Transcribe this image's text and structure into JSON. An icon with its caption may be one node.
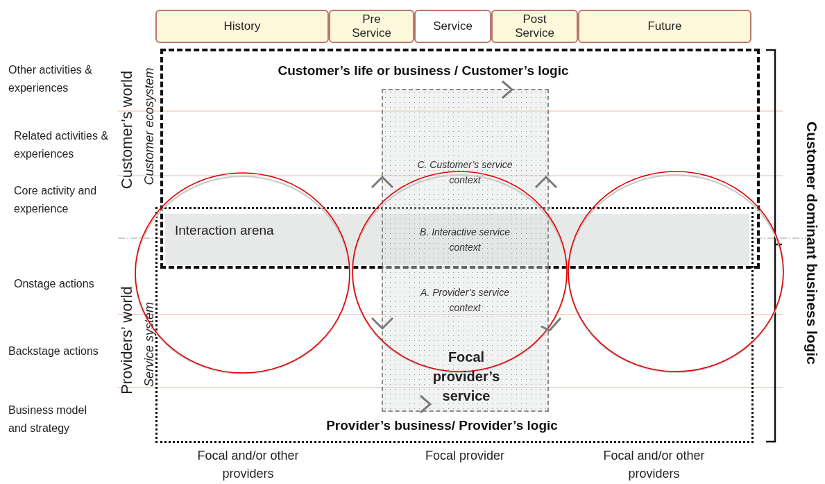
{
  "diagram": {
    "nodes": [
      {
        "text": [
          "History"
        ]
      },
      {
        "text": [
          "Pre Service"
        ]
      },
      {
        "text": [
          "Service"
        ]
      },
      {
        "text": [
          "Post Service"
        ]
      },
      {
        "text": [
          "Future"
        ]
      },
      {
        "text": [
          "Customer’s life or business / Customer’s logic"
        ]
      },
      {
        "text": [
          "Provider’s business/ Provider’s logic"
        ]
      },
      {
        "text": [
          "Interaction arena"
        ]
      },
      {
        "text": [
          "Focal provider’s service"
        ]
      },
      {
        "text": [],
        "shape": "circle"
      },
      {
        "text": [],
        "shape": "circle"
      },
      {
        "text": [],
        "shape": "circle"
      }
    ],
    "labels": [
      "Other activities & experiences",
      "Related activities & experiences",
      "Core activity and experience",
      "Onstage actions",
      "Backstage actions",
      "Business model and strategy",
      "Customer’s world",
      "Customer ecosystem",
      "Providers’ world",
      "Service system",
      "Customer dominant business logic",
      "C. Customer’s service context",
      "B. Interactive service context",
      "A. Provider’s service context",
      "Focal and/or other providers",
      "Focal provider",
      "Focal and/or other providers"
    ]
  }
}
